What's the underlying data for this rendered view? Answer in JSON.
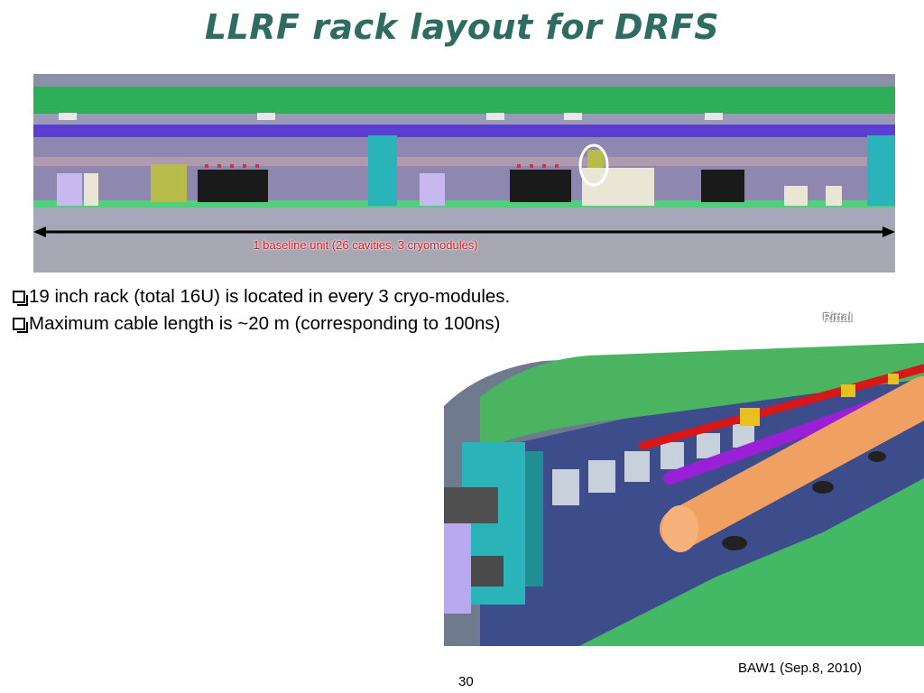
{
  "slide": {
    "title": "LLRF rack layout for DRFS",
    "baseline_label": "1 baseline unit (26 cavities, 3 cryomodules)",
    "bullets": [
      "19 inch rack (total 16U) is located in every 3 cryo-modules.",
      "Maximum cable length is ~20 m (corresponding to 100ns)"
    ],
    "image_credit": "Rittal",
    "footer_date": "BAW1 (Sep.8, 2010)",
    "page_number": "30"
  },
  "colors": {
    "title": "#2e6b60",
    "label_red": "#e8141a",
    "tunnel_green": "#3fc060",
    "rack_cyan": "#2ab3b8",
    "pipe_orange": "#f0a060",
    "pipe_purple": "#9a20d8",
    "pipe_red": "#d81818"
  }
}
